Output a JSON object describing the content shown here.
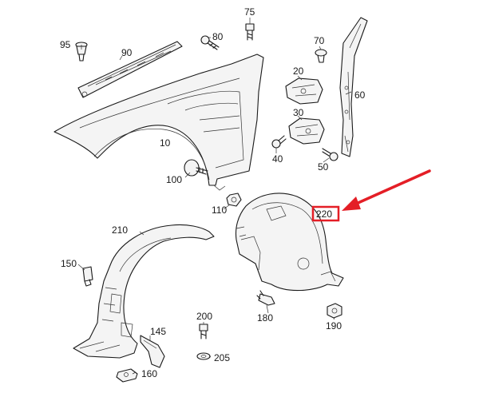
{
  "diagram": {
    "part_labels": {
      "p10": "10",
      "p20": "20",
      "p30": "30",
      "p40": "40",
      "p50": "50",
      "p60": "60",
      "p70": "70",
      "p75": "75",
      "p80": "80",
      "p90": "90",
      "p95": "95",
      "p100": "100",
      "p110": "110",
      "p145": "145",
      "p150": "150",
      "p160": "160",
      "p180": "180",
      "p190": "190",
      "p200": "200",
      "p205": "205",
      "p210": "210",
      "p220": "220"
    },
    "highlight": {
      "label": "220",
      "box_color": "#e41e26",
      "arrow_color": "#e41e26"
    },
    "line_color": "#1a1a1a"
  }
}
